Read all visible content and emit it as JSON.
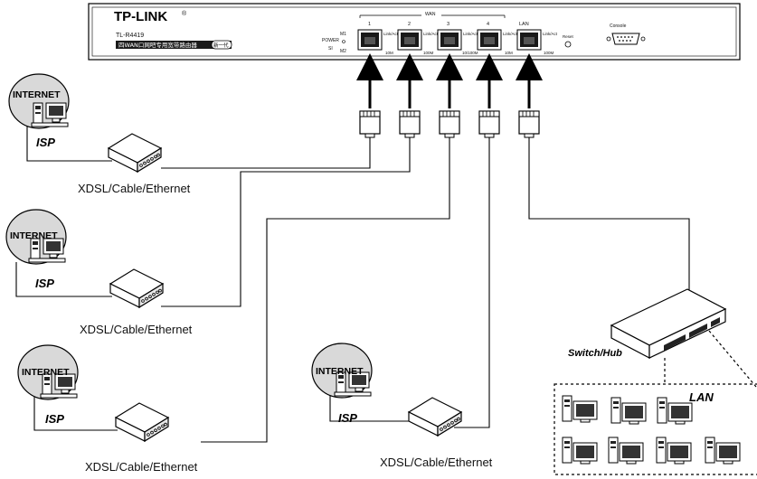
{
  "router": {
    "brand": "TP-LINK",
    "trademark": "®",
    "model": "TL-R4419",
    "subtitle": "四WAN口网吧专用宽带路由器",
    "badge": "新一代",
    "power_label": "POWER",
    "m1_label": "M1",
    "m2_label": "M2",
    "sys_label": "SI",
    "wan_group_label": "WAN",
    "port_numbers": [
      "1",
      "2",
      "3",
      "4"
    ],
    "lan_port_label": "LAN",
    "link_act_label": "Link/Act",
    "speed_labels": [
      "10M",
      "100M",
      "10/100M",
      "10M",
      "100M"
    ],
    "reset_label": "Reset",
    "console_label": "Console"
  },
  "isp_sites": [
    {
      "cloud_label": "INTERNET",
      "isp_label": "ISP",
      "modem_label": "XDSL/Cable/Ethernet"
    },
    {
      "cloud_label": "INTERNET",
      "isp_label": "ISP",
      "modem_label": "XDSL/Cable/Ethernet"
    },
    {
      "cloud_label": "INTERNET",
      "isp_label": "ISP",
      "modem_label": "XDSL/Cable/Ethernet"
    },
    {
      "cloud_label": "INTERNET",
      "isp_label": "ISP",
      "modem_label": "XDSL/Cable/Ethernet"
    }
  ],
  "switch_label": "Switch/Hub",
  "lan_label": "LAN"
}
